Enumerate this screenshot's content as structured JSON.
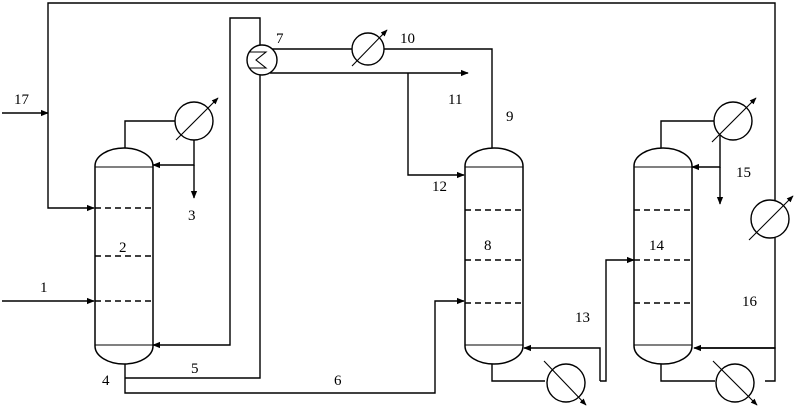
{
  "labels": {
    "s1": "1",
    "s2": "2",
    "s3": "3",
    "s4": "4",
    "s5": "5",
    "s6": "6",
    "s7": "7",
    "s8": "8",
    "s9": "9",
    "s10": "10",
    "s11": "11",
    "s12": "12",
    "s13": "13",
    "s14": "14",
    "s15": "15",
    "s16": "16",
    "s17": "17"
  }
}
